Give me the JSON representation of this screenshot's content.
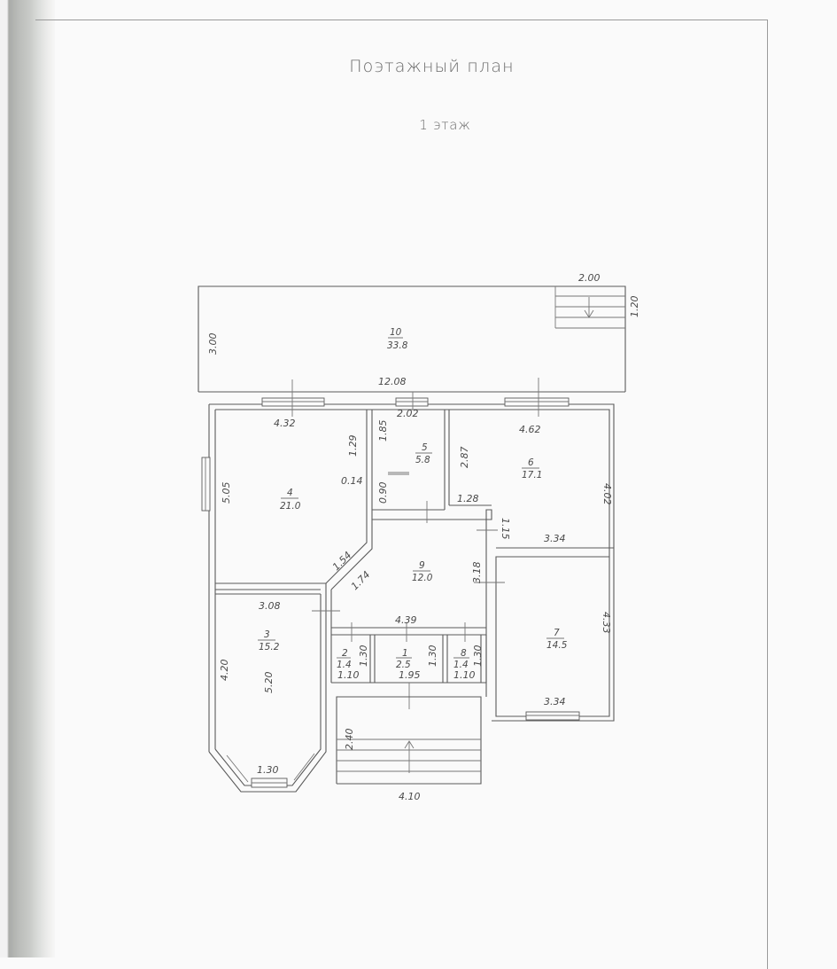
{
  "title": "Поэтажный план",
  "floor": "1 этаж",
  "dimensions": {
    "porch_width": "2.00",
    "porch_depth": "1.20",
    "terrace_depth": "3.00",
    "overall_width": "12.08",
    "r4_width": "4.32",
    "r5_width": "2.02",
    "r6_width": "4.62",
    "r4_jog": "1.29",
    "r4_offset": "0.14",
    "r4_height": "5.05",
    "r5_upper": "1.85",
    "r5_lower": "0.90",
    "r6_left": "2.87",
    "r6_height": "4.02",
    "hall_step": "1.28",
    "hall_notch": "1.15",
    "r7_width_top": "3.34",
    "hall_bevel": "1.54",
    "hall_bevel2": "1.74",
    "hall_height": "3.18",
    "r3_width": "3.08",
    "hall_width": "4.39",
    "r7_height": "4.33",
    "r2_depth": "1.30",
    "r1_depth": "1.30",
    "r8_depth": "1.30",
    "r2_width": "1.10",
    "r1_width": "1.95",
    "r8_width": "1.10",
    "r3_outer": "4.20",
    "r3_inner": "5.20",
    "r7_width_bottom": "3.34",
    "stair_depth": "2.40",
    "bay_width": "1.30",
    "stair_width": "4.10"
  },
  "rooms": [
    {
      "no": "10",
      "area": "33.8"
    },
    {
      "no": "4",
      "area": "21.0"
    },
    {
      "no": "5",
      "area": "5.8"
    },
    {
      "no": "6",
      "area": "17.1"
    },
    {
      "no": "9",
      "area": "12.0"
    },
    {
      "no": "3",
      "area": "15.2"
    },
    {
      "no": "7",
      "area": "14.5"
    },
    {
      "no": "2",
      "area": "1.4"
    },
    {
      "no": "1",
      "area": "2.5"
    },
    {
      "no": "8",
      "area": "1.4"
    }
  ]
}
